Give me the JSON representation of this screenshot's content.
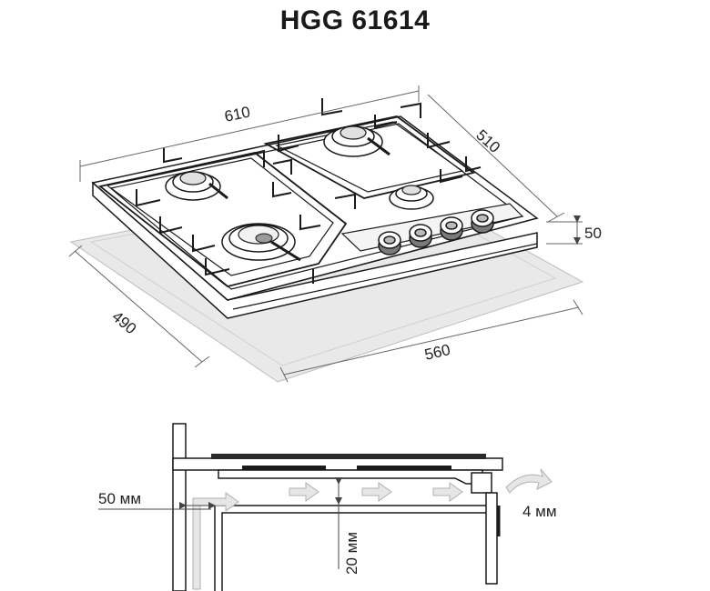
{
  "title": "HGG 61614",
  "top_view": {
    "dim_width": "610",
    "dim_depth": "510",
    "dim_height": "50",
    "cutout_width": "560",
    "cutout_depth": "490",
    "burners": [
      {
        "id": "back-left"
      },
      {
        "id": "back-right"
      },
      {
        "id": "front-left-large"
      },
      {
        "id": "front-right-small"
      }
    ],
    "knob_count": 4
  },
  "section_view": {
    "label_gap_left": "50 мм",
    "label_gap_bottom": "20 мм",
    "label_gap_right": "4 мм"
  },
  "colors": {
    "cutout_fill": "#e8e8e8",
    "line": "#1a1a1a",
    "arrow_fill": "#e6e6e6",
    "arrow_stroke": "#b0b0b0"
  }
}
